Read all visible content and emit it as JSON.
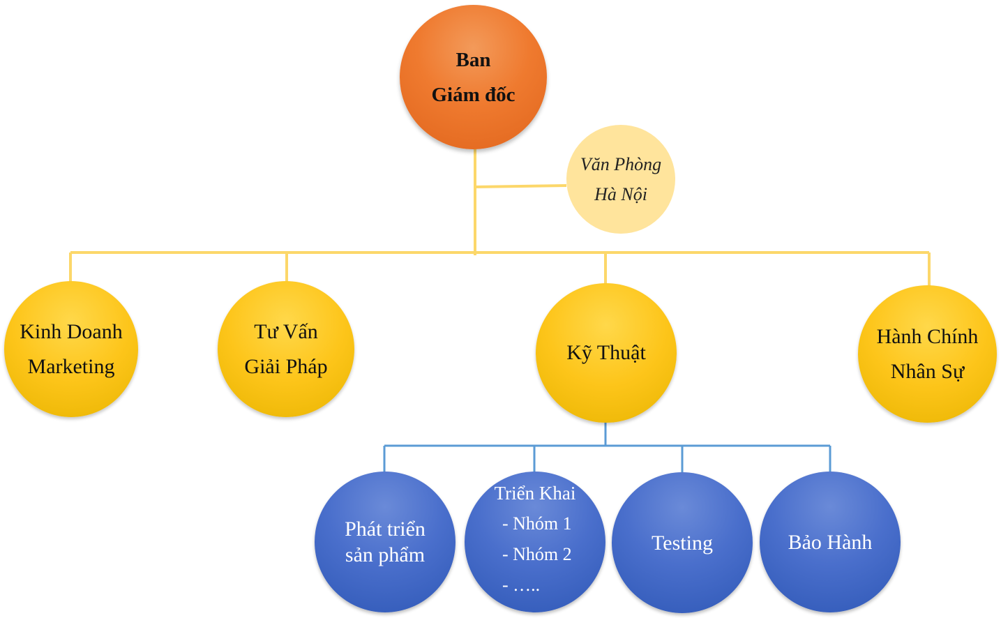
{
  "director": {
    "line1": "Ban",
    "line2": "Giám đốc"
  },
  "office": {
    "line1": "Văn Phòng",
    "line2": "Hà Nội"
  },
  "departments": [
    {
      "line1": "Kinh Doanh",
      "line2": "Marketing"
    },
    {
      "line1": "Tư Vấn",
      "line2": "Giải Pháp"
    },
    {
      "line1": "Kỹ Thuật"
    },
    {
      "line1": "Hành Chính",
      "line2": "Nhân Sự"
    }
  ],
  "tech_teams": [
    {
      "line1": "Phát triển",
      "line2": "sản phẩm"
    },
    {
      "title": "Triển Khai",
      "items": [
        "-  Nhóm 1",
        "-  Nhóm 2",
        "-  ….."
      ]
    },
    {
      "line1": "Testing"
    },
    {
      "line1": "Bảo Hành"
    }
  ],
  "colors": {
    "connector_yellow": "#fcd76a",
    "connector_blue": "#5b9bd5",
    "director": "#ef7a2f",
    "office": "#ffe49c",
    "department": "#fdc51a",
    "tech_team": "#4a6fcc"
  }
}
